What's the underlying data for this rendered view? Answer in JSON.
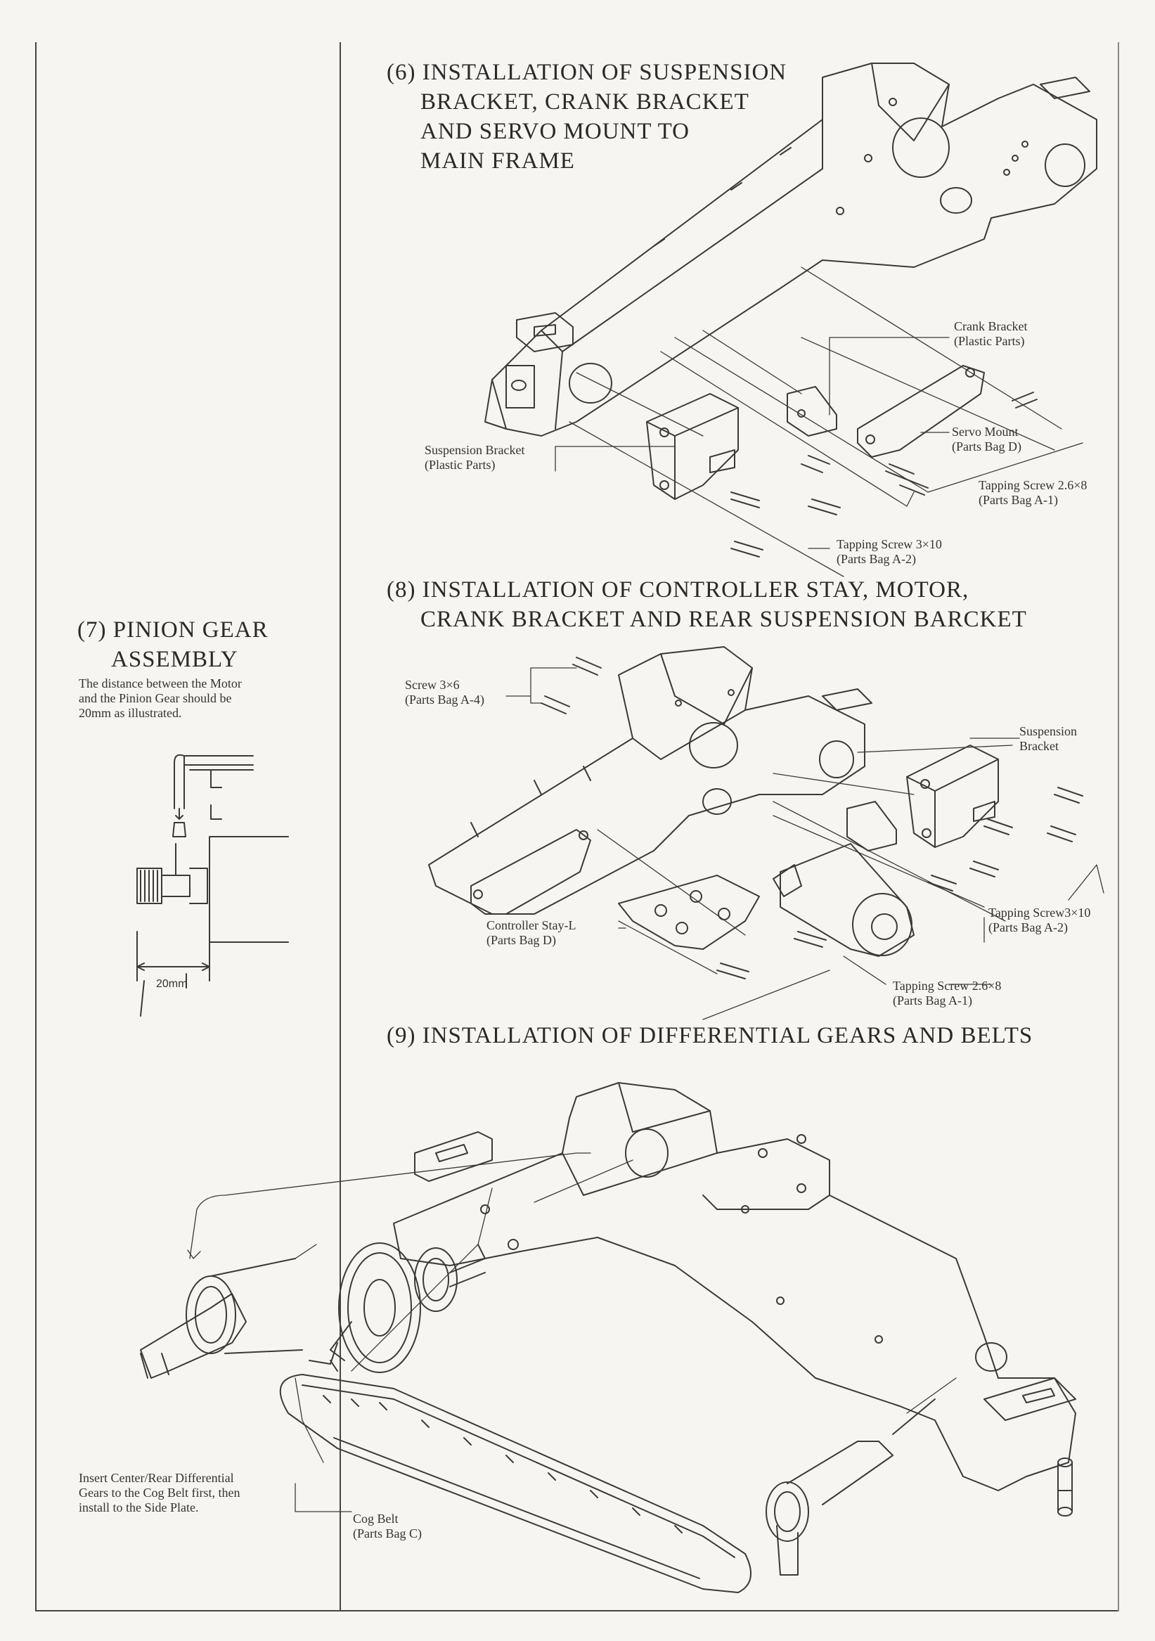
{
  "sections": {
    "s6": {
      "title": [
        "(6) INSTALLATION OF SUSPENSION",
        "BRACKET, CRANK BRACKET",
        "AND SERVO MOUNT TO",
        "MAIN FRAME"
      ]
    },
    "s7": {
      "title": [
        "(7) PINION GEAR",
        "ASSEMBLY"
      ],
      "note": [
        "The distance between the Motor",
        "and the Pinion Gear should be",
        "20mm as illustrated."
      ],
      "dimension": "20mm"
    },
    "s8": {
      "title": [
        "(8) INSTALLATION OF CONTROLLER STAY, MOTOR,",
        "CRANK BRACKET AND REAR SUSPENSION BARCKET"
      ]
    },
    "s9": {
      "title": [
        "(9) INSTALLATION OF DIFFERENTIAL GEARS AND BELTS"
      ],
      "note": [
        "Insert Center/Rear Differential",
        "Gears to the Cog Belt first, then",
        "install to the Side Plate."
      ]
    }
  },
  "labels": {
    "crank_bracket": [
      "Crank Bracket",
      "(Plastic Parts)"
    ],
    "suspension_bracket_6": [
      "Suspension Bracket",
      "(Plastic Parts)"
    ],
    "servo_mount": [
      "Servo Mount",
      "(Parts Bag D)"
    ],
    "tapping_screw_26x8_a": [
      "Tapping Screw 2.6×8",
      "(Parts Bag A-1)"
    ],
    "tapping_screw_3x10_a": [
      "Tapping Screw 3×10",
      "(Parts Bag A-2)"
    ],
    "screw_3x6": [
      "Screw 3×6",
      "(Parts Bag A-4)"
    ],
    "suspension_bracket_8": [
      "Suspension",
      "Bracket"
    ],
    "tapping_screw_3x10_b": [
      "Tapping Screw3×10",
      "(Parts Bag A-2)"
    ],
    "controller_stay": [
      "Controller Stay-L",
      "(Parts Bag D)"
    ],
    "tapping_screw_26x8_b": [
      "Tapping Screw 2.6×8",
      "(Parts Bag A-1)"
    ],
    "cog_belt": [
      "Cog Belt",
      "(Parts Bag C)"
    ]
  }
}
